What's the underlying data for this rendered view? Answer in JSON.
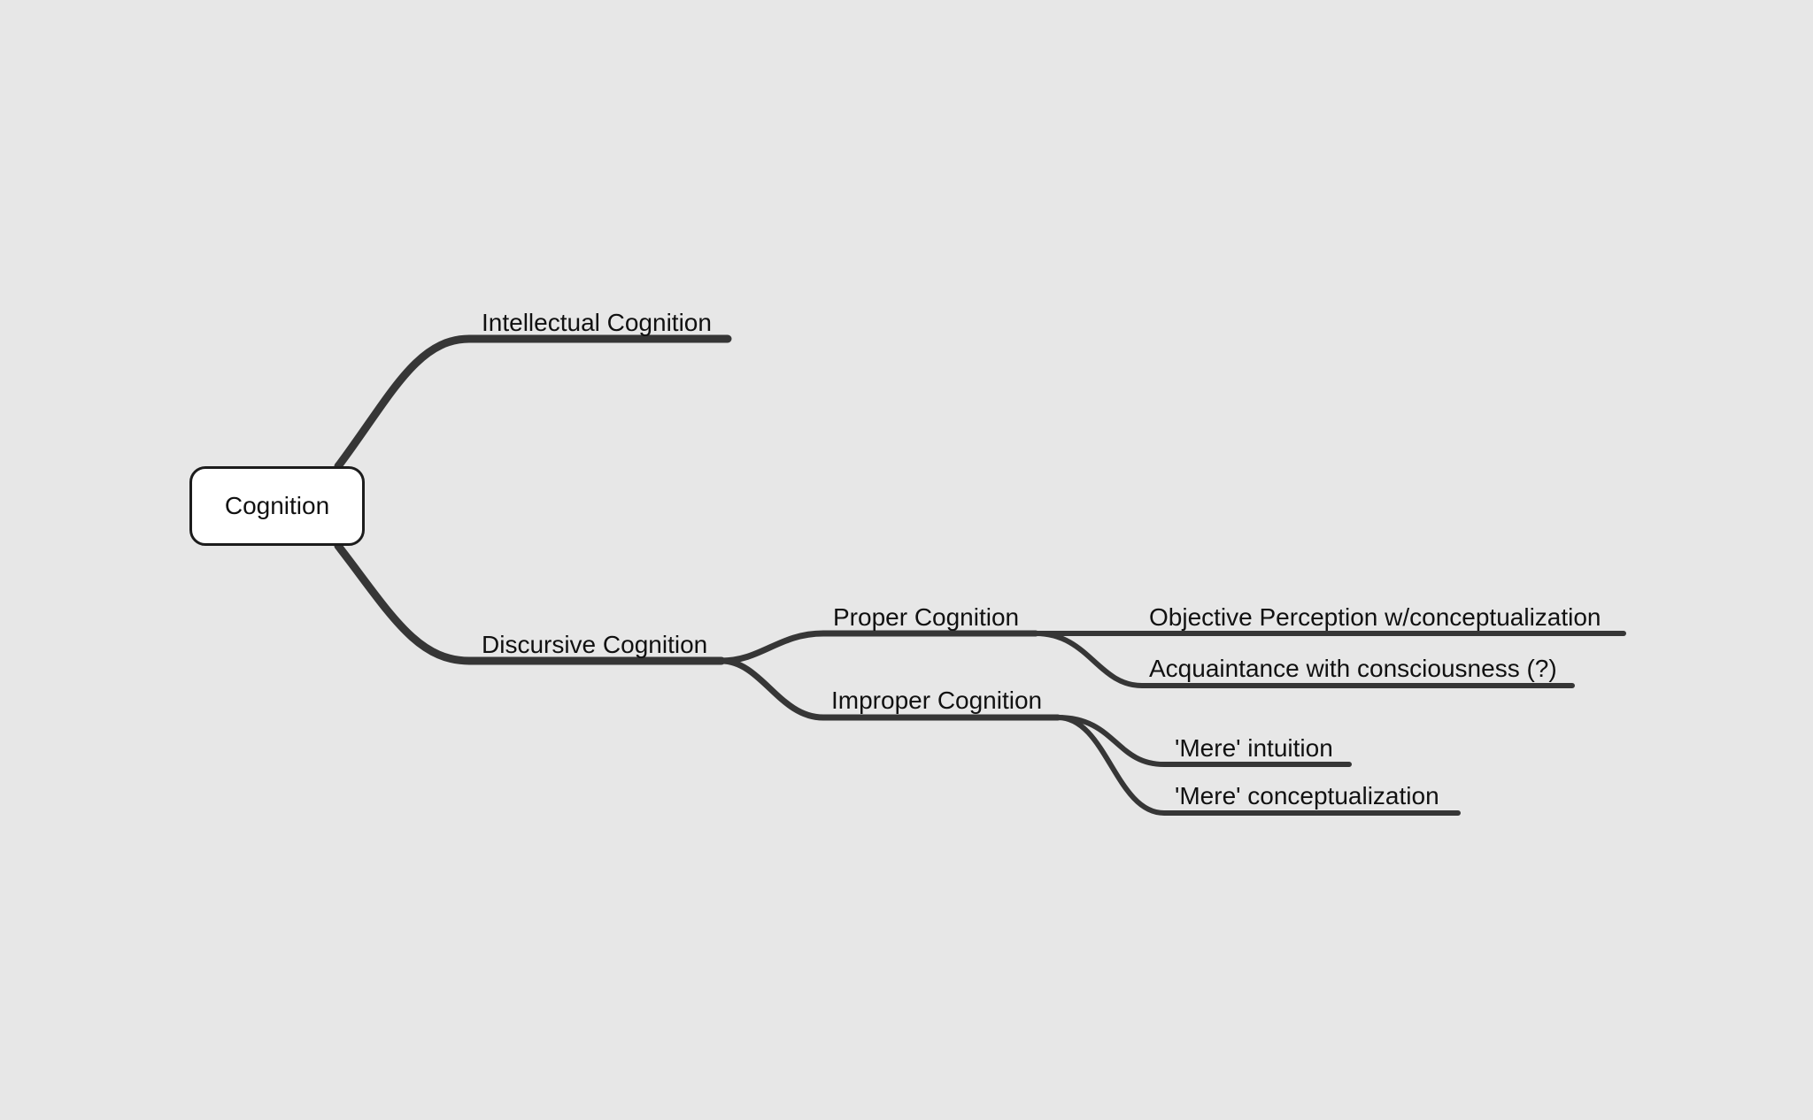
{
  "mindmap": {
    "root": {
      "label": "Cognition"
    },
    "branches": {
      "intellectual": {
        "label": "Intellectual Cognition"
      },
      "discursive": {
        "label": "Discursive Cognition"
      },
      "proper": {
        "label": "Proper Cognition"
      },
      "improper": {
        "label": "Improper Cognition"
      },
      "objective_perception": {
        "label": "Objective Perception w/conceptualization"
      },
      "acquaintance": {
        "label": "Acquaintance with consciousness (?)"
      },
      "mere_intuition": {
        "label": "'Mere' intuition"
      },
      "mere_conceptualization": {
        "label": "'Mere' conceptualization"
      }
    }
  },
  "colors": {
    "background": "#e7e7e7",
    "link": "#363636",
    "root_border": "#1c1c1c",
    "root_fill": "#ffffff",
    "text": "#111111"
  }
}
